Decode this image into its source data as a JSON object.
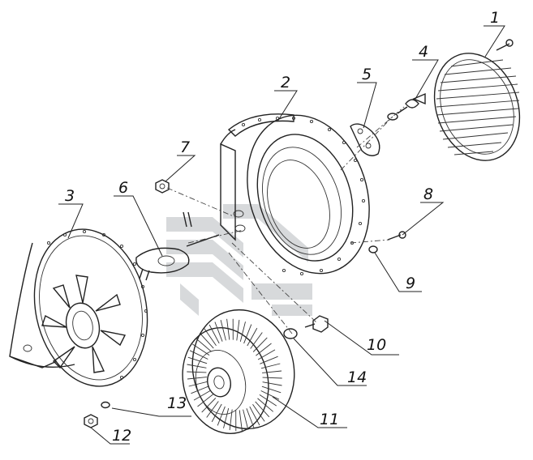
{
  "diagram": {
    "parts": [
      {
        "id": "label-1",
        "text": "1"
      },
      {
        "id": "label-2",
        "text": "2"
      },
      {
        "id": "label-3",
        "text": "3"
      },
      {
        "id": "label-4",
        "text": "4"
      },
      {
        "id": "label-5",
        "text": "5"
      },
      {
        "id": "label-6",
        "text": "6"
      },
      {
        "id": "label-7",
        "text": "7"
      },
      {
        "id": "label-8",
        "text": "8"
      },
      {
        "id": "label-9",
        "text": "9"
      },
      {
        "id": "label-10",
        "text": "10"
      },
      {
        "id": "label-11",
        "text": "11"
      },
      {
        "id": "label-12",
        "text": "12"
      },
      {
        "id": "label-13",
        "text": "13"
      },
      {
        "id": "label-14",
        "text": "14"
      }
    ],
    "colors": {
      "line": "#222222",
      "watermark": "#c9cccf",
      "background": "#ffffff"
    }
  }
}
